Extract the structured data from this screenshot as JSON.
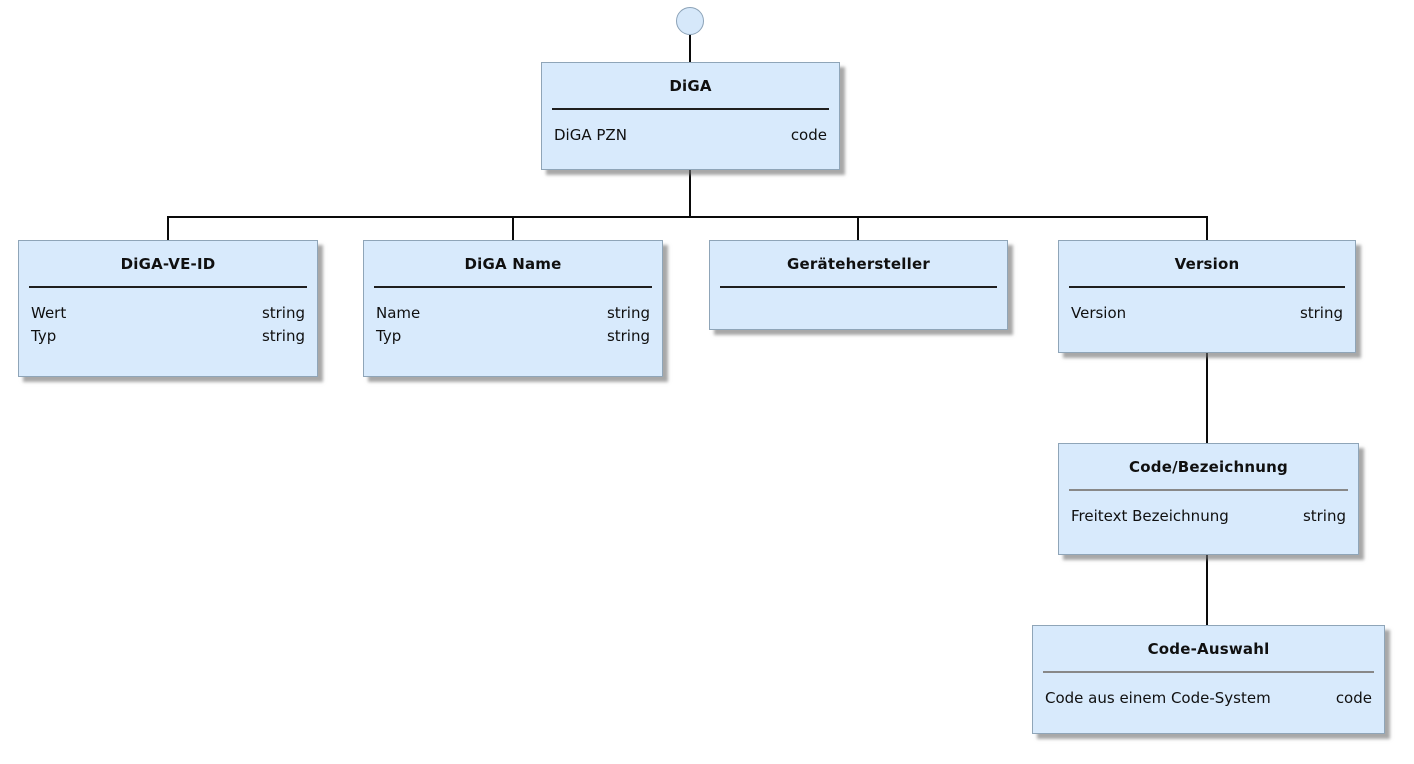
{
  "diagram": {
    "type": "xsd-class-hierarchy",
    "root_connector_shape": "circle",
    "nodes": [
      {
        "id": "diga",
        "title": "DiGA",
        "attributes": [
          {
            "name": "DiGA PZN",
            "type": "code"
          }
        ]
      },
      {
        "id": "diga-ve-id",
        "title": "DiGA-VE-ID",
        "attributes": [
          {
            "name": "Wert",
            "type": "string"
          },
          {
            "name": "Typ",
            "type": "string"
          }
        ]
      },
      {
        "id": "diga-name",
        "title": "DiGA Name",
        "attributes": [
          {
            "name": "Name",
            "type": "string"
          },
          {
            "name": "Typ",
            "type": "string"
          }
        ]
      },
      {
        "id": "geraetehersteller",
        "title": "Gerätehersteller",
        "attributes": []
      },
      {
        "id": "version",
        "title": "Version",
        "attributes": [
          {
            "name": "Version",
            "type": "string"
          }
        ]
      },
      {
        "id": "code-bezeichnung",
        "title": "Code/Bezeichnung",
        "attributes": [
          {
            "name": "Freitext Bezeichnung",
            "type": "string"
          }
        ]
      },
      {
        "id": "code-auswahl",
        "title": "Code-Auswahl",
        "attributes": [
          {
            "name": "Code aus einem Code-System",
            "type": "code"
          }
        ]
      }
    ],
    "edges": [
      {
        "from": "DiGA",
        "to": "DiGA-VE-ID"
      },
      {
        "from": "DiGA",
        "to": "DiGA Name"
      },
      {
        "from": "DiGA",
        "to": "Gerätehersteller"
      },
      {
        "from": "DiGA",
        "to": "Version"
      },
      {
        "from": "Version",
        "to": "Code/Bezeichnung"
      },
      {
        "from": "Code/Bezeichnung",
        "to": "Code-Auswahl"
      }
    ],
    "colors": {
      "node_fill": "#d8eafc",
      "node_border": "#8fa5b8",
      "separator_dark": "#1f1f1f",
      "separator_gray": "#888888",
      "connector": "#0a0a0a",
      "shadow": "#8c8c8c",
      "circle_fill": "#d6e8fa",
      "circle_border": "#8ca3b8",
      "text": "#101010",
      "background": "#ffffff"
    }
  }
}
